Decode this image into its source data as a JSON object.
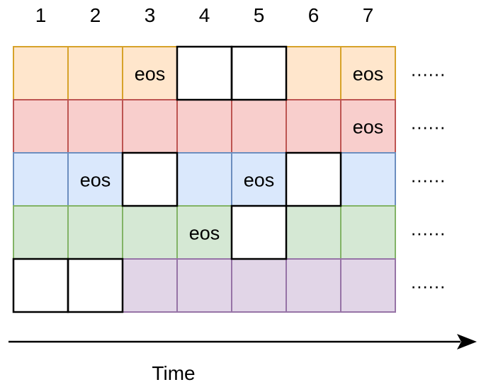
{
  "columns": [
    "1",
    "2",
    "3",
    "4",
    "5",
    "6",
    "7"
  ],
  "palette": {
    "orange": {
      "fill": "#ffe6cc",
      "stroke": "#d7a22a"
    },
    "red": {
      "fill": "#f8cecc",
      "stroke": "#bd5552"
    },
    "blue": {
      "fill": "#dae8fc",
      "stroke": "#6c8ebf"
    },
    "green": {
      "fill": "#d5e8d4",
      "stroke": "#82b366"
    },
    "purple": {
      "fill": "#e1d5e7",
      "stroke": "#9673a6"
    },
    "empty": {
      "fill": "#ffffff",
      "stroke": "#000000"
    }
  },
  "rows": [
    {
      "cells": [
        {
          "color": "orange",
          "text": ""
        },
        {
          "color": "orange",
          "text": ""
        },
        {
          "color": "orange",
          "text": "eos"
        },
        {
          "color": "empty",
          "text": ""
        },
        {
          "color": "empty",
          "text": ""
        },
        {
          "color": "orange",
          "text": ""
        },
        {
          "color": "orange",
          "text": "eos"
        }
      ],
      "trailing": "......"
    },
    {
      "cells": [
        {
          "color": "red",
          "text": ""
        },
        {
          "color": "red",
          "text": ""
        },
        {
          "color": "red",
          "text": ""
        },
        {
          "color": "red",
          "text": ""
        },
        {
          "color": "red",
          "text": ""
        },
        {
          "color": "red",
          "text": ""
        },
        {
          "color": "red",
          "text": "eos"
        }
      ],
      "trailing": "......"
    },
    {
      "cells": [
        {
          "color": "blue",
          "text": ""
        },
        {
          "color": "blue",
          "text": "eos"
        },
        {
          "color": "empty",
          "text": ""
        },
        {
          "color": "blue",
          "text": ""
        },
        {
          "color": "blue",
          "text": "eos"
        },
        {
          "color": "empty",
          "text": ""
        },
        {
          "color": "blue",
          "text": ""
        }
      ],
      "trailing": "......"
    },
    {
      "cells": [
        {
          "color": "green",
          "text": ""
        },
        {
          "color": "green",
          "text": ""
        },
        {
          "color": "green",
          "text": ""
        },
        {
          "color": "green",
          "text": "eos"
        },
        {
          "color": "empty",
          "text": ""
        },
        {
          "color": "green",
          "text": ""
        },
        {
          "color": "green",
          "text": ""
        }
      ],
      "trailing": "......"
    },
    {
      "cells": [
        {
          "color": "empty",
          "text": ""
        },
        {
          "color": "empty",
          "text": ""
        },
        {
          "color": "purple",
          "text": ""
        },
        {
          "color": "purple",
          "text": ""
        },
        {
          "color": "purple",
          "text": ""
        },
        {
          "color": "purple",
          "text": ""
        },
        {
          "color": "purple",
          "text": ""
        }
      ],
      "trailing": "......"
    }
  ],
  "axis": {
    "label": "Time"
  }
}
